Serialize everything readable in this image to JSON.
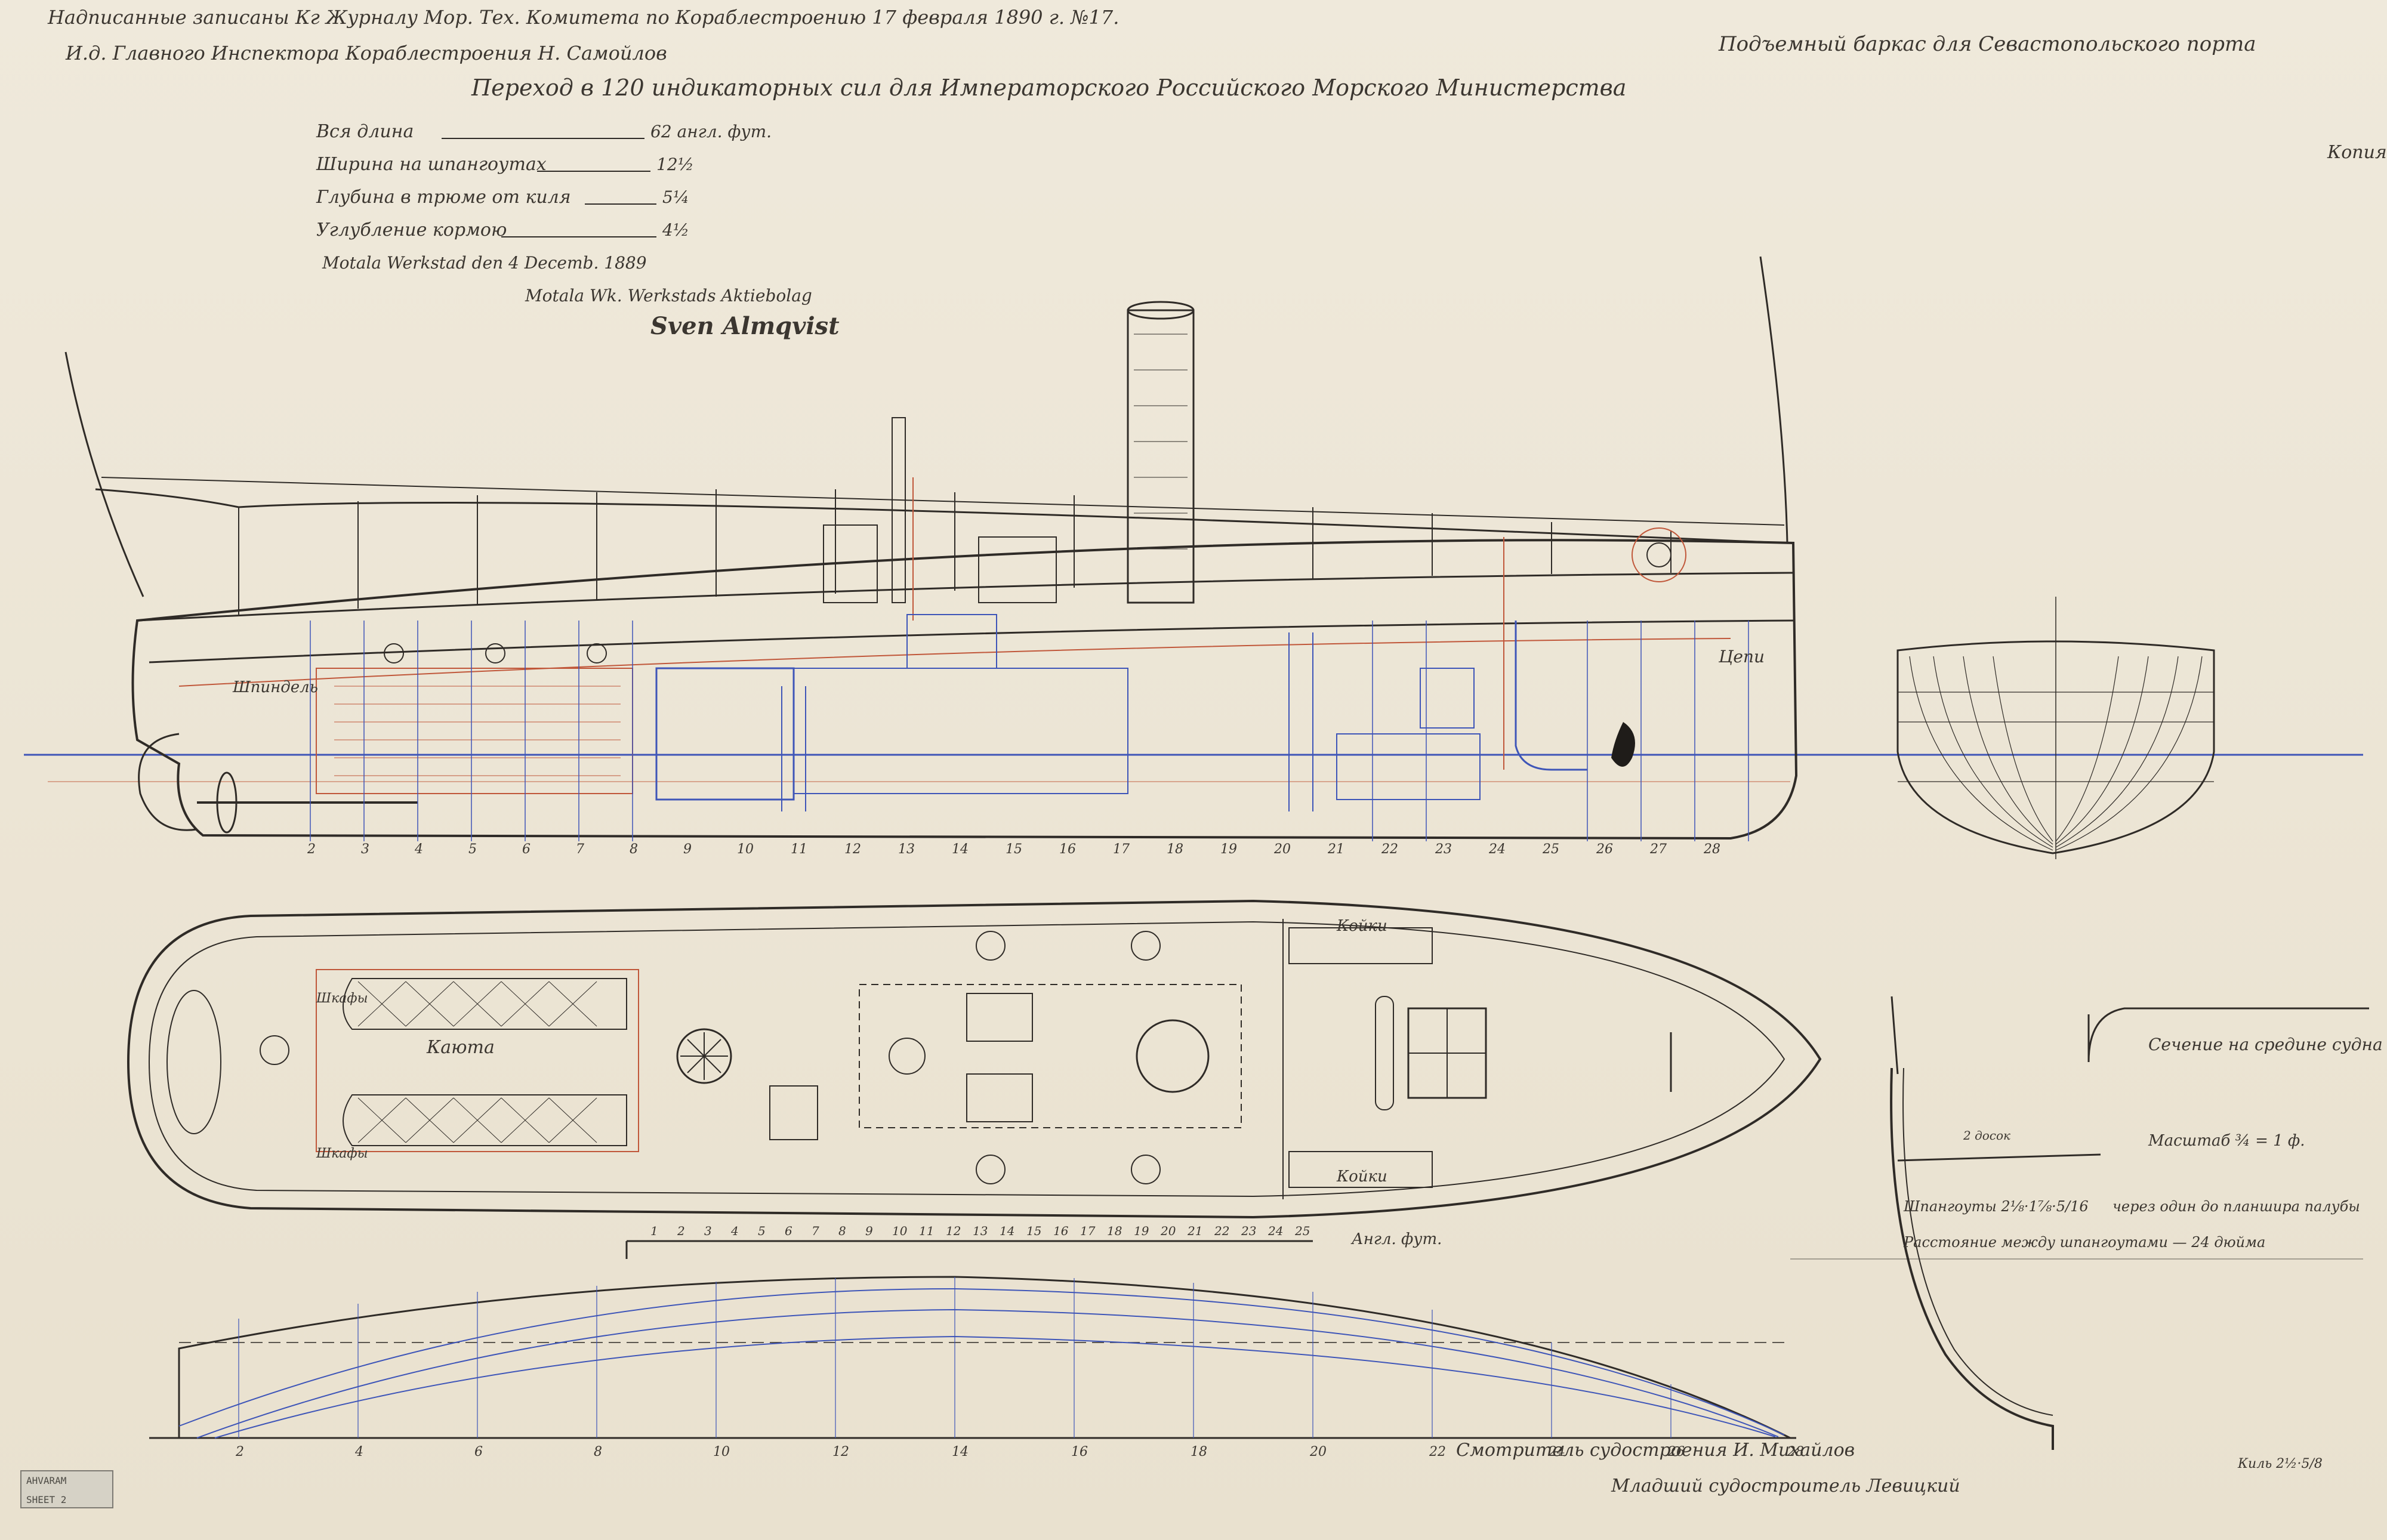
{
  "header": {
    "line1": "Надписанные записаны Кг Журналу Мор. Тех. Комитета по Кораблестроению 17 февраля 1890 г. №17.",
    "line2": "И.д. Главного Инспектора Кораблестроения Н. Самойлов",
    "line3": "Переход в 120 индикаторных сил для Императорского Российского Морского Министерства",
    "title_right": "Подъемный баркас для Севастопольского порта",
    "corner": "Копия"
  },
  "specs": [
    {
      "label": "Вся длина",
      "value": "62 англ. фут."
    },
    {
      "label": "Ширина на шпангоутах",
      "value": "12½"
    },
    {
      "label": "Глубина в трюме от киля",
      "value": "5¼"
    },
    {
      "label": "Углубление кормою",
      "value": "4½"
    }
  ],
  "signature": {
    "place_date": "Motala Werkstad den 4 Decemb. 1889",
    "company": "Motala Wk. Werkstads Aktiebolag",
    "name": "Sven Almqvist"
  },
  "plan_labels": {
    "cabin": "Каюта",
    "bunks_top": "Койки",
    "bunks_bottom": "Койки",
    "locker_top": "Шкафы",
    "locker_bottom": "Шкафы",
    "chain": "Цепи",
    "shaft": "Шпиндель"
  },
  "scale_bar": {
    "ticks": [
      "1",
      "2",
      "3",
      "4",
      "5",
      "6",
      "7",
      "8",
      "9",
      "10",
      "11",
      "12",
      "13",
      "14",
      "15",
      "16",
      "17",
      "18",
      "19",
      "20",
      "21",
      "22",
      "23",
      "24",
      "25"
    ],
    "unit": "Англ. фут."
  },
  "profile_stations": [
    "2",
    "3",
    "4",
    "5",
    "6",
    "7",
    "8",
    "9",
    "10",
    "11",
    "12",
    "13",
    "14",
    "15",
    "16",
    "17",
    "18",
    "19",
    "20",
    "21",
    "22",
    "23",
    "24",
    "25",
    "26",
    "27",
    "28"
  ],
  "lines_stations": [
    "2",
    "4",
    "6",
    "8",
    "10",
    "12",
    "14",
    "16",
    "18",
    "20",
    "22",
    "24",
    "26",
    "28"
  ],
  "section": {
    "title": "Сечение на средине судна",
    "scale": "Масштаб ¾ = 1 ф.",
    "frames": "Шпангоуты 2⅛·1⅞·5/16",
    "frames_note": "через один до планшира палубы",
    "spacing": "Расстояние между шпангоутами — 24 дюйма",
    "keel": "Киль 2½·5/8",
    "deck_plank": "2 досок"
  },
  "bottom_signatures": {
    "sig1": "Смотритель судостроения И. Михайлов",
    "sig2": "Младший судостроитель Левицкий"
  },
  "stamp": [
    "AHVARAM",
    "SHEET 2"
  ],
  "colors": {
    "ink": "#2f2b27",
    "blue": "#3e55b8",
    "red": "#c0573a",
    "paper": "#ece5d6"
  }
}
